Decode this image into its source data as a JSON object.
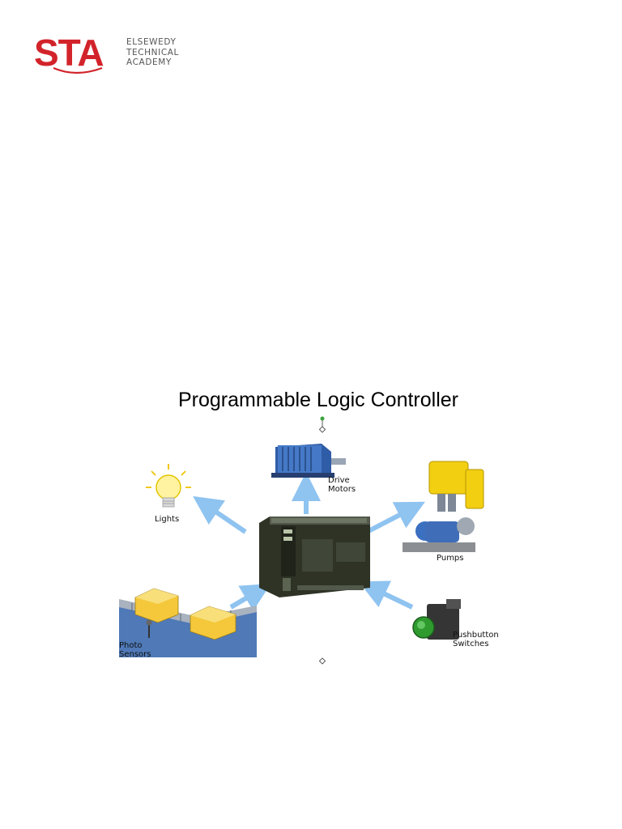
{
  "logo": {
    "mark": "STA",
    "lines": [
      "ELSEWEDY",
      "TECHNICAL",
      "ACADEMY"
    ],
    "mark_color": "#d2232a",
    "text_color": "#555555"
  },
  "figure": {
    "title": "Programmable Logic Controller",
    "labels": {
      "lights": "Lights",
      "drive_motors": [
        "Drive",
        "Motors"
      ],
      "pumps": "Pumps",
      "photo_sensors": [
        "Photo",
        "Sensors"
      ],
      "pushbutton_switches": [
        "Pushbutton",
        "Switches"
      ]
    },
    "arrow_color": "#8fc3f0"
  }
}
